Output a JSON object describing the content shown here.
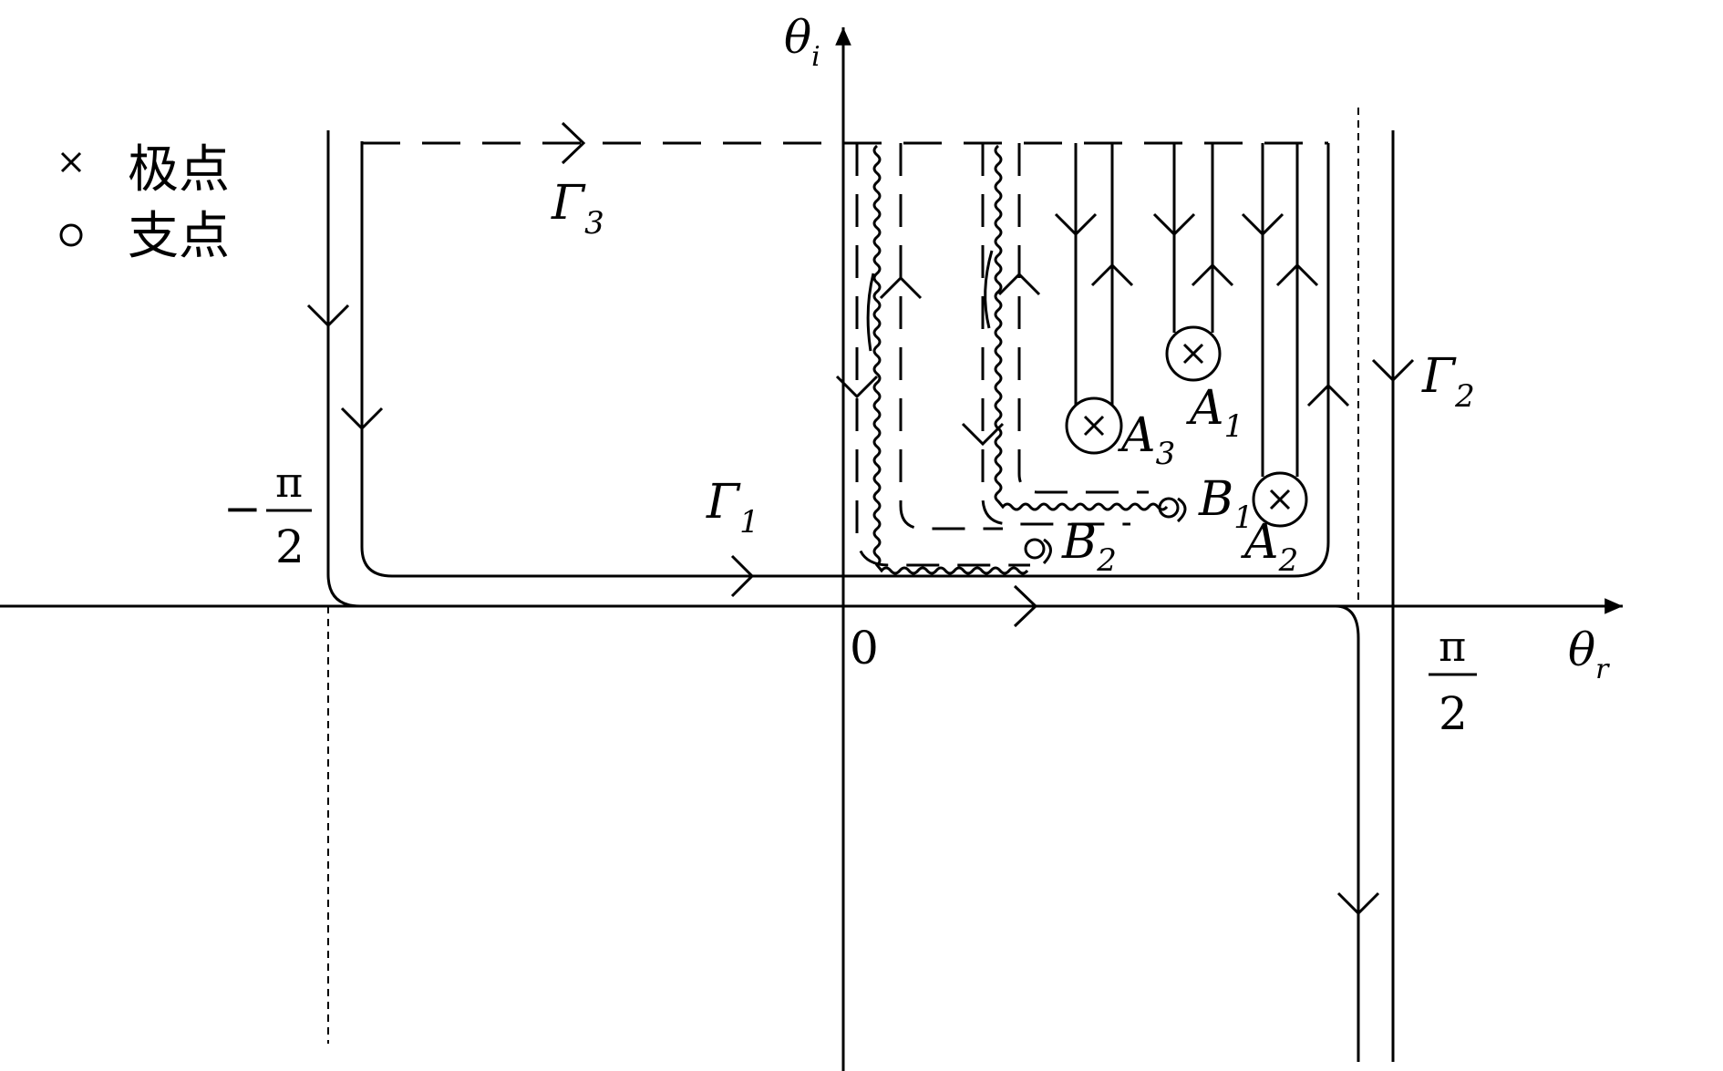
{
  "legend": {
    "pole_symbol": "×",
    "pole_label": "极点",
    "branch_symbol": "○",
    "branch_label": "支点"
  },
  "axes": {
    "vertical_main": "θ",
    "vertical_sub": "i",
    "horizontal_main": "θ",
    "horizontal_sub": "r",
    "origin": "0"
  },
  "ticks": {
    "left_minus": "−",
    "left_num": "π",
    "left_den": "2",
    "right_num": "π",
    "right_den": "2"
  },
  "contours": {
    "g1_main": "Γ",
    "g1_sub": "1",
    "g2_main": "Γ",
    "g2_sub": "2",
    "g3_main": "Γ",
    "g3_sub": "3"
  },
  "points": {
    "a1_main": "A",
    "a1_sub": "1",
    "a2_main": "A",
    "a2_sub": "2",
    "a3_main": "A",
    "a3_sub": "3",
    "b1_main": "B",
    "b1_sub": "1",
    "b2_main": "B",
    "b2_sub": "2"
  }
}
